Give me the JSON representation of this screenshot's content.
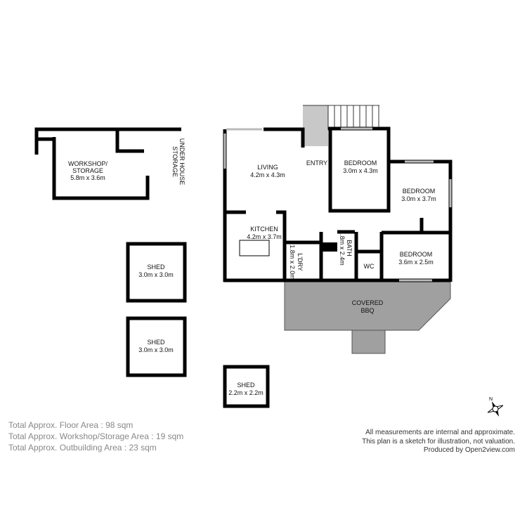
{
  "colors": {
    "wall": "#000000",
    "covered": "#a0a0a0",
    "stair": "#c8c8c8",
    "window": "#bbbbbb"
  },
  "rooms": {
    "workshop": {
      "name1": "WORKSHOP/",
      "name2": "STORAGE",
      "size": "5.8m x 3.6m"
    },
    "under_house": {
      "name1": "UNDER HOUSE",
      "name2": "STORAGE"
    },
    "living": {
      "name": "LIVING",
      "size": "4.2m x 4.3m"
    },
    "entry": {
      "name": "ENTRY"
    },
    "bedroom1": {
      "name": "BEDROOM",
      "size": "3.0m x 4.3m"
    },
    "bedroom2": {
      "name": "BEDROOM",
      "size": "3.0m x 3.7m"
    },
    "bedroom3": {
      "name": "BEDROOM",
      "size": "3.6m x 2.5m"
    },
    "kitchen": {
      "name": "KITCHEN",
      "size": "4.2m x 3.7m"
    },
    "laundry": {
      "name": "L'DRY",
      "size": "1.8m x 2.0m"
    },
    "bath": {
      "name": "BATH",
      "size": "1.8m x 2.4m"
    },
    "wc": {
      "name": "WC"
    },
    "bbq": {
      "name1": "COVERED",
      "name2": "BBQ"
    },
    "shed1": {
      "name": "SHED",
      "size": "3.0m x 3.0m"
    },
    "shed2": {
      "name": "SHED",
      "size": "3.0m x 3.0m"
    },
    "shed3": {
      "name": "SHED",
      "size": "2.2m x 2.2m"
    }
  },
  "compass": {
    "label": "N",
    "icon": "compass-rose-icon"
  },
  "totals": [
    "Total Approx. Floor Area : 98 sqm",
    "Total Approx. Workshop/Storage Area : 19 sqm",
    "Total Approx. Outbuilding Area : 23 sqm"
  ],
  "disclaimer": [
    "All measurements are internal and approximate.",
    "This plan is a sketch for illustration, not valuation.",
    "Produced by Open2view.com"
  ]
}
